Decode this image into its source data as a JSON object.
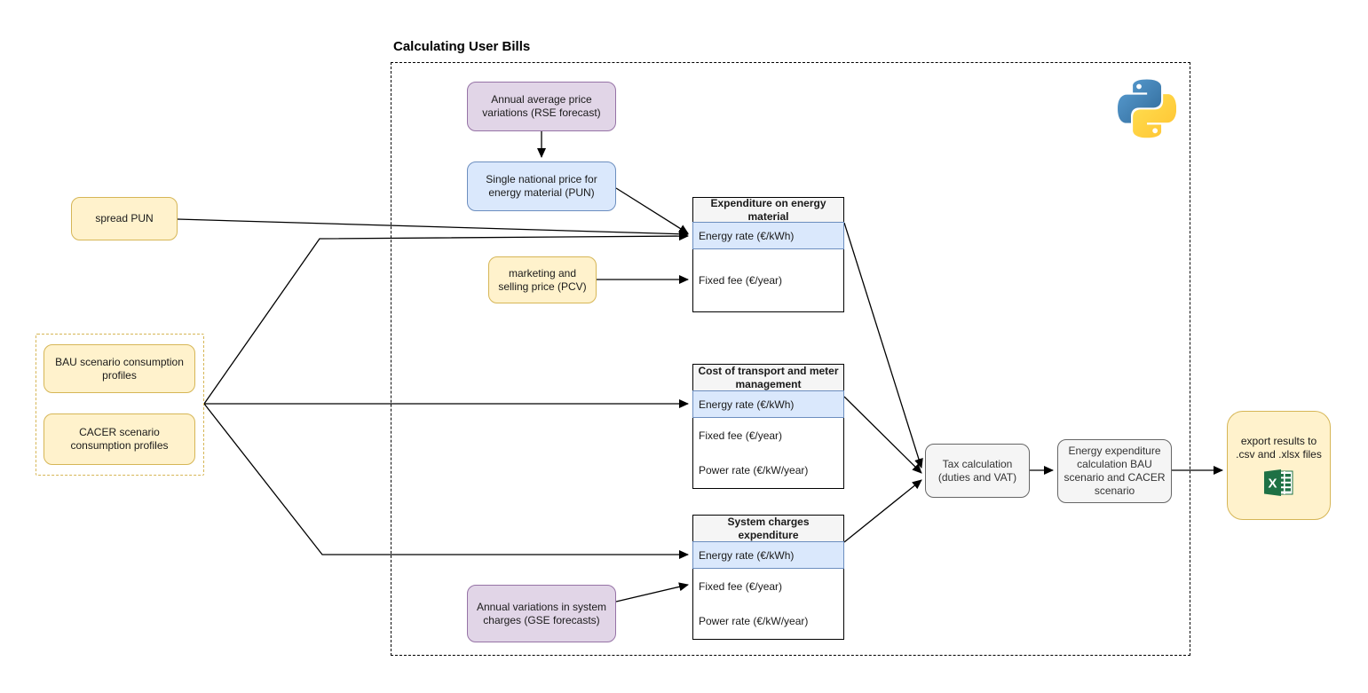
{
  "title": "Calculating User Bills",
  "nodes": {
    "annual_price_variations": "Annual average price variations (RSE forecast)",
    "single_national_price": "Single national price for energy material (PUN)",
    "spread_pun": "spread PUN",
    "marketing_selling_price": "marketing and selling price (PCV)",
    "bau_profiles": "BAU scenario consumption profiles",
    "cacer_profiles": "CACER scenario consumption profiles",
    "system_charges_variations": "Annual variations in system charges (GSE forecasts)",
    "tax_calculation": "Tax calculation (duties and VAT)",
    "energy_expenditure_calculation": "Energy expenditure calculation BAU scenario and CACER scenario",
    "export_results": "export results to .csv and .xlsx files"
  },
  "tables": [
    {
      "header": "Expenditure on energy material",
      "rows": [
        {
          "label": "Energy rate (€/kWh)",
          "highlight": true
        },
        {
          "label": "Fixed fee (€/year)",
          "highlight": false
        }
      ]
    },
    {
      "header": "Cost of transport and meter management",
      "rows": [
        {
          "label": "Energy rate (€/kWh)",
          "highlight": true
        },
        {
          "label": "Fixed fee (€/year)",
          "highlight": false
        },
        {
          "label": "Power rate (€/kW/year)",
          "highlight": false
        }
      ]
    },
    {
      "header": "System charges expenditure",
      "rows": [
        {
          "label": "Energy rate (€/kWh)",
          "highlight": true
        },
        {
          "label": "Fixed fee (€/year)",
          "highlight": false
        },
        {
          "label": "Power rate (€/kW/year)",
          "highlight": false
        }
      ]
    }
  ],
  "icons": {
    "python_logo": "python-logo",
    "excel": "excel-icon"
  },
  "colors": {
    "yellow_fill": "#FFF2CC",
    "yellow_stroke": "#D6B656",
    "purple_fill": "#E1D5E7",
    "purple_stroke": "#9673A6",
    "blue_fill": "#DAE8FC",
    "blue_stroke": "#6C8EBF",
    "gray_fill": "#F5F5F5",
    "gray_stroke": "#666666",
    "connector": "#000000",
    "python_blue": "#387EB8",
    "python_yellow": "#FFD43B",
    "excel_green": "#1E7145"
  }
}
